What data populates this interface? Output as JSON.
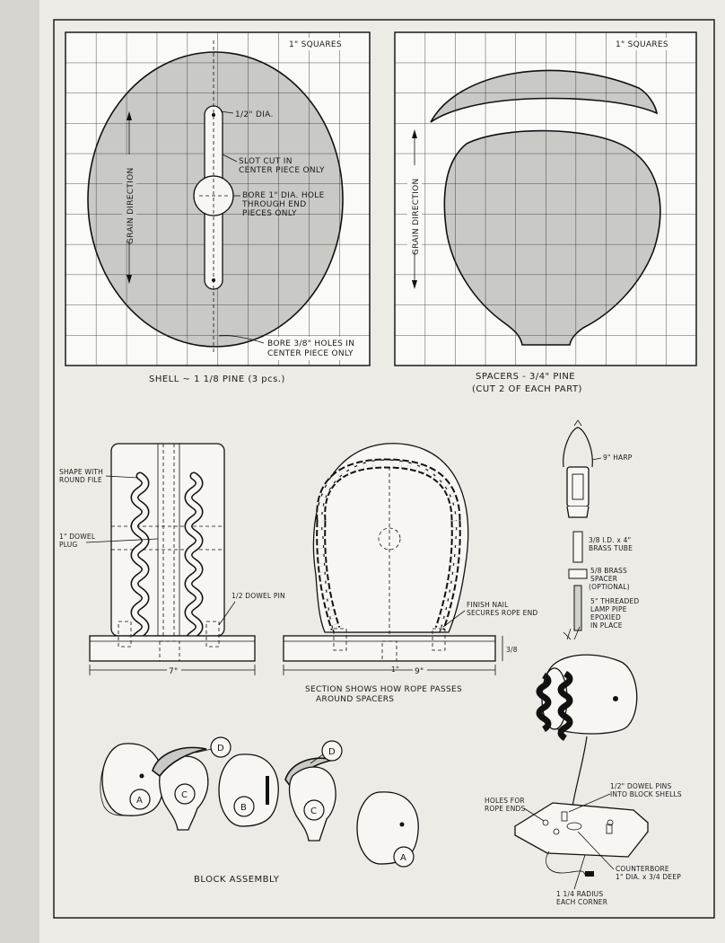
{
  "shell": {
    "grid_note": "1\" SQUARES",
    "grain": "GRAIN DIRECTION",
    "dia": "1/2\" DIA.",
    "slot1": "SLOT CUT IN",
    "slot2": "CENTER PIECE ONLY",
    "bore1": "BORE 1\" DIA. HOLE",
    "bore2": "THROUGH END",
    "bore3": "PIECES ONLY",
    "holes1": "BORE 3/8\" HOLES IN",
    "holes2": "CENTER PIECE ONLY",
    "caption": "SHELL ~ 1 1/8 PINE (3 pcs.)"
  },
  "spacers": {
    "grid_note": "1\" SQUARES",
    "grain": "GRAIN DIRECTION",
    "caption1": "SPACERS - 3/4\" PINE",
    "caption2": "(CUT 2 OF EACH PART)"
  },
  "front_view": {
    "shape1": "SHAPE WITH",
    "shape2": "ROUND FILE",
    "dowel1": "1\" DOWEL",
    "dowel2": "PLUG",
    "pin": "1/2 DOWEL PIN",
    "dim_width": "7\""
  },
  "section_view": {
    "nail1": "FINISH NAIL",
    "nail2": "SECURES ROPE END",
    "dim_1": "1\"",
    "dim_9": "9\"",
    "dim_height": "3/8",
    "caption1": "SECTION SHOWS HOW ROPE PASSES",
    "caption2": "AROUND SPACERS"
  },
  "hardware": {
    "harp": "9\" HARP",
    "tube1": "3/8 I.D. x 4\"",
    "tube2": "BRASS TUBE",
    "spacer1": "5/8 BRASS",
    "spacer2": "SPACER",
    "spacer3": "(OPTIONAL)",
    "pipe1": "5\" THREADED",
    "pipe2": "LAMP PIPE",
    "pipe3": "EPOXIED",
    "pipe4": "IN PLACE"
  },
  "base_detail": {
    "holes1": "HOLES FOR",
    "holes2": "ROPE ENDS",
    "pins1": "1/2\" DOWEL PINS",
    "pins2": "INTO BLOCK SHELLS",
    "cb1": "COUNTERBORE",
    "cb2": "1\" DIA. x 3/4 DEEP",
    "rad1": "1 1/4 RADIUS",
    "rad2": "EACH CORNER"
  },
  "assembly": {
    "caption": "BLOCK ASSEMBLY",
    "parts": [
      "A",
      "C",
      "D",
      "B",
      "D",
      "C",
      "A"
    ]
  }
}
